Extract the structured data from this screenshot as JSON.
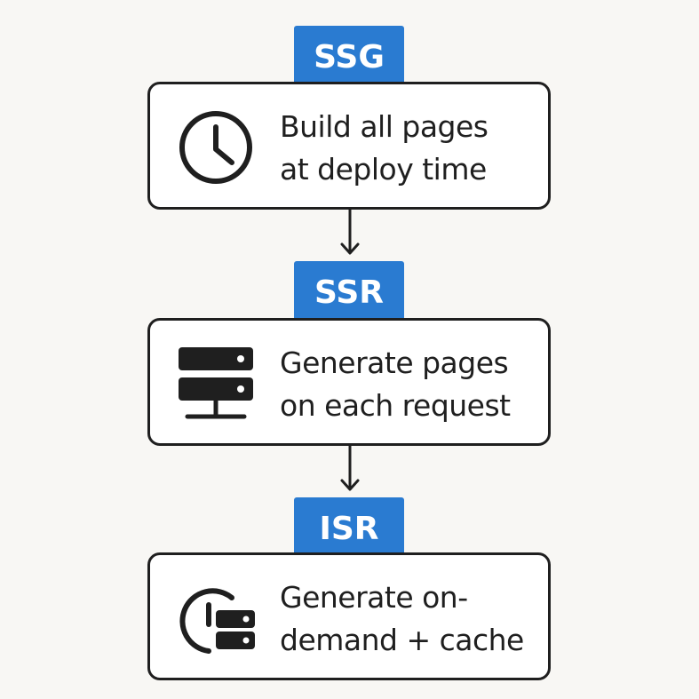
{
  "stages": [
    {
      "badge": "SSG",
      "line1": "Build all pages",
      "line2": "at deploy time",
      "icon": "clock-icon"
    },
    {
      "badge": "SSR",
      "line1": "Generate pages",
      "line2": "on each request",
      "icon": "server-icon"
    },
    {
      "badge": "ISR",
      "line1": "Generate on-",
      "line2": "demand + cache",
      "icon": "clock-server-icon"
    }
  ],
  "colors": {
    "badge": "#2a7bd1",
    "stroke": "#1f1f1f",
    "background": "#f8f7f4"
  }
}
